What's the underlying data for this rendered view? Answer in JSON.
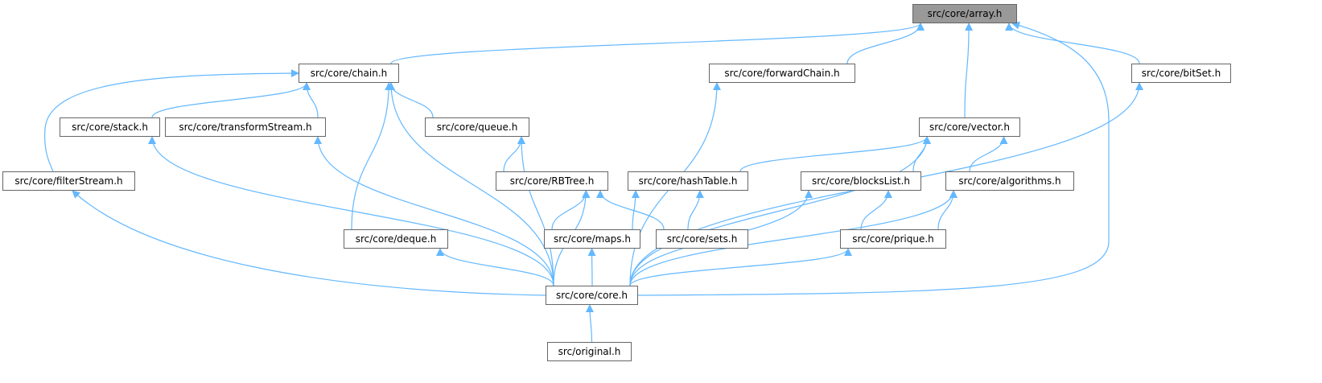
{
  "colors": {
    "edge": "#63b8ff",
    "root_fill": "#999999",
    "node_border": "#666666"
  },
  "nodes": [
    {
      "id": "array",
      "label": "src/core/array.h",
      "root": true
    },
    {
      "id": "chain",
      "label": "src/core/chain.h"
    },
    {
      "id": "forwardChain",
      "label": "src/core/forwardChain.h"
    },
    {
      "id": "bitSet",
      "label": "src/core/bitSet.h"
    },
    {
      "id": "stack",
      "label": "src/core/stack.h"
    },
    {
      "id": "transformStream",
      "label": "src/core/transformStream.h"
    },
    {
      "id": "queue",
      "label": "src/core/queue.h"
    },
    {
      "id": "vector",
      "label": "src/core/vector.h"
    },
    {
      "id": "filterStream",
      "label": "src/core/filterStream.h"
    },
    {
      "id": "RBTree",
      "label": "src/core/RBTree.h"
    },
    {
      "id": "hashTable",
      "label": "src/core/hashTable.h"
    },
    {
      "id": "blocksList",
      "label": "src/core/blocksList.h"
    },
    {
      "id": "algorithms",
      "label": "src/core/algorithms.h"
    },
    {
      "id": "deque",
      "label": "src/core/deque.h"
    },
    {
      "id": "maps",
      "label": "src/core/maps.h"
    },
    {
      "id": "sets",
      "label": "src/core/sets.h"
    },
    {
      "id": "prique",
      "label": "src/core/prique.h"
    },
    {
      "id": "core",
      "label": "src/core/core.h"
    },
    {
      "id": "original",
      "label": "src/original.h"
    }
  ],
  "edges": [
    [
      "chain",
      "array"
    ],
    [
      "forwardChain",
      "array"
    ],
    [
      "vector",
      "array"
    ],
    [
      "core",
      "array"
    ],
    [
      "bitSet",
      "array"
    ],
    [
      "filterStream",
      "chain"
    ],
    [
      "stack",
      "chain"
    ],
    [
      "transformStream",
      "chain"
    ],
    [
      "core",
      "chain"
    ],
    [
      "deque",
      "chain"
    ],
    [
      "queue",
      "chain"
    ],
    [
      "core",
      "stack"
    ],
    [
      "core",
      "transformStream"
    ],
    [
      "RBTree",
      "queue"
    ],
    [
      "core",
      "queue"
    ],
    [
      "hashTable",
      "vector"
    ],
    [
      "blocksList",
      "vector"
    ],
    [
      "algorithms",
      "vector"
    ],
    [
      "core",
      "vector"
    ],
    [
      "core",
      "filterStream"
    ],
    [
      "maps",
      "RBTree"
    ],
    [
      "sets",
      "RBTree"
    ],
    [
      "core",
      "RBTree"
    ],
    [
      "maps",
      "hashTable"
    ],
    [
      "sets",
      "hashTable"
    ],
    [
      "prique",
      "blocksList"
    ],
    [
      "core",
      "blocksList"
    ],
    [
      "prique",
      "algorithms"
    ],
    [
      "core",
      "algorithms"
    ],
    [
      "core",
      "forwardChain"
    ],
    [
      "core",
      "bitSet"
    ],
    [
      "core",
      "deque"
    ],
    [
      "core",
      "maps"
    ],
    [
      "core",
      "prique"
    ],
    [
      "original",
      "core"
    ]
  ]
}
